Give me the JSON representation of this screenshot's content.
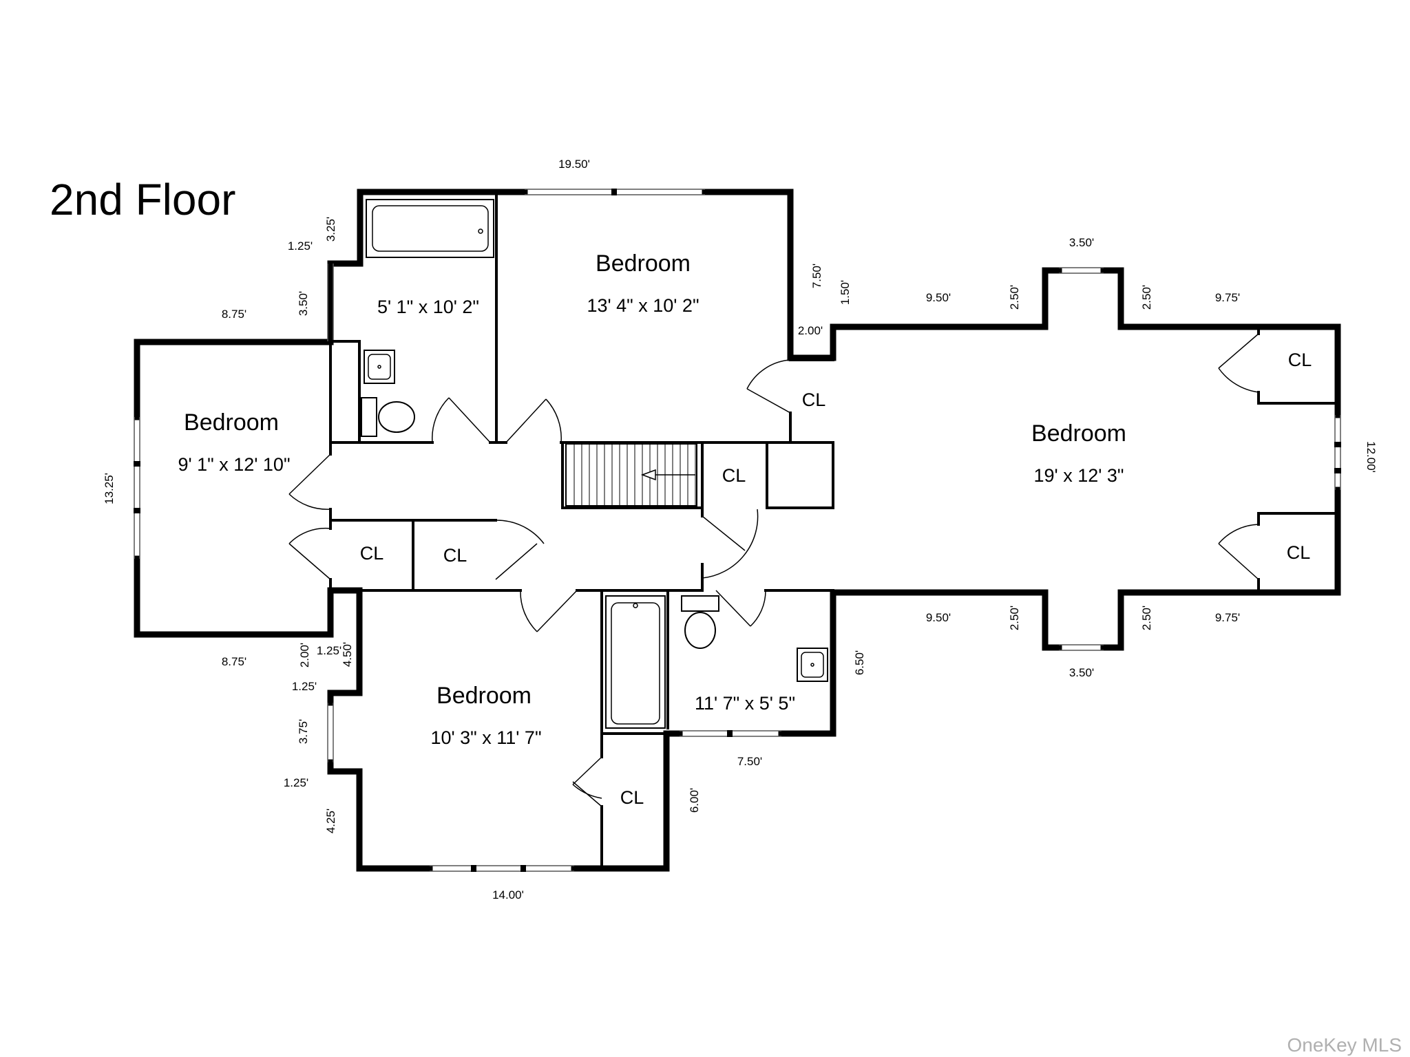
{
  "title": "2nd Floor",
  "rooms": [
    {
      "name": "Bedroom",
      "size": "13' 4\" x 10' 2\""
    },
    {
      "name": "Bedroom",
      "size": "9' 1\" x 12' 10\""
    },
    {
      "name": "Bedroom",
      "size": "19' x 12' 3\""
    },
    {
      "name": "Bedroom",
      "size": "10' 3\" x 11' 7\""
    }
  ],
  "baths": [
    {
      "size": "5' 1\" x 10' 2\""
    },
    {
      "size": "11' 7\" x 5' 5\""
    }
  ],
  "closet_label": "CL",
  "dims": {
    "top_19_50": "19.50'",
    "d_3_25": "3.25'",
    "d_1_25_a": "1.25'",
    "d_3_50": "3.50'",
    "d_8_75_top": "8.75'",
    "d_7_50_right": "7.50'",
    "d_1_50": "1.50'",
    "d_2_00_right": "2.00'",
    "d_9_50_top": "9.50'",
    "d_2_50_tl": "2.50'",
    "d_3_50_top": "3.50'",
    "d_2_50_tr": "2.50'",
    "d_9_75_top": "9.75'",
    "d_12_00": "12.00'",
    "d_13_25": "13.25'",
    "d_8_75_bot": "8.75'",
    "d_2_00_left": "2.00'",
    "d_1_25_b": "1.25'",
    "d_4_50": "4.50'",
    "d_1_25_c": "1.25'",
    "d_3_75": "3.75'",
    "d_1_25_d": "1.25'",
    "d_4_25": "4.25'",
    "d_14_00": "14.00'",
    "d_6_00": "6.00'",
    "d_7_50_bot": "7.50'",
    "d_6_50": "6.50'",
    "d_9_50_bot": "9.50'",
    "d_2_50_bl": "2.50'",
    "d_3_50_bot": "3.50'",
    "d_2_50_br": "2.50'",
    "d_9_75_bot": "9.75'"
  },
  "watermark": "OneKey MLS"
}
